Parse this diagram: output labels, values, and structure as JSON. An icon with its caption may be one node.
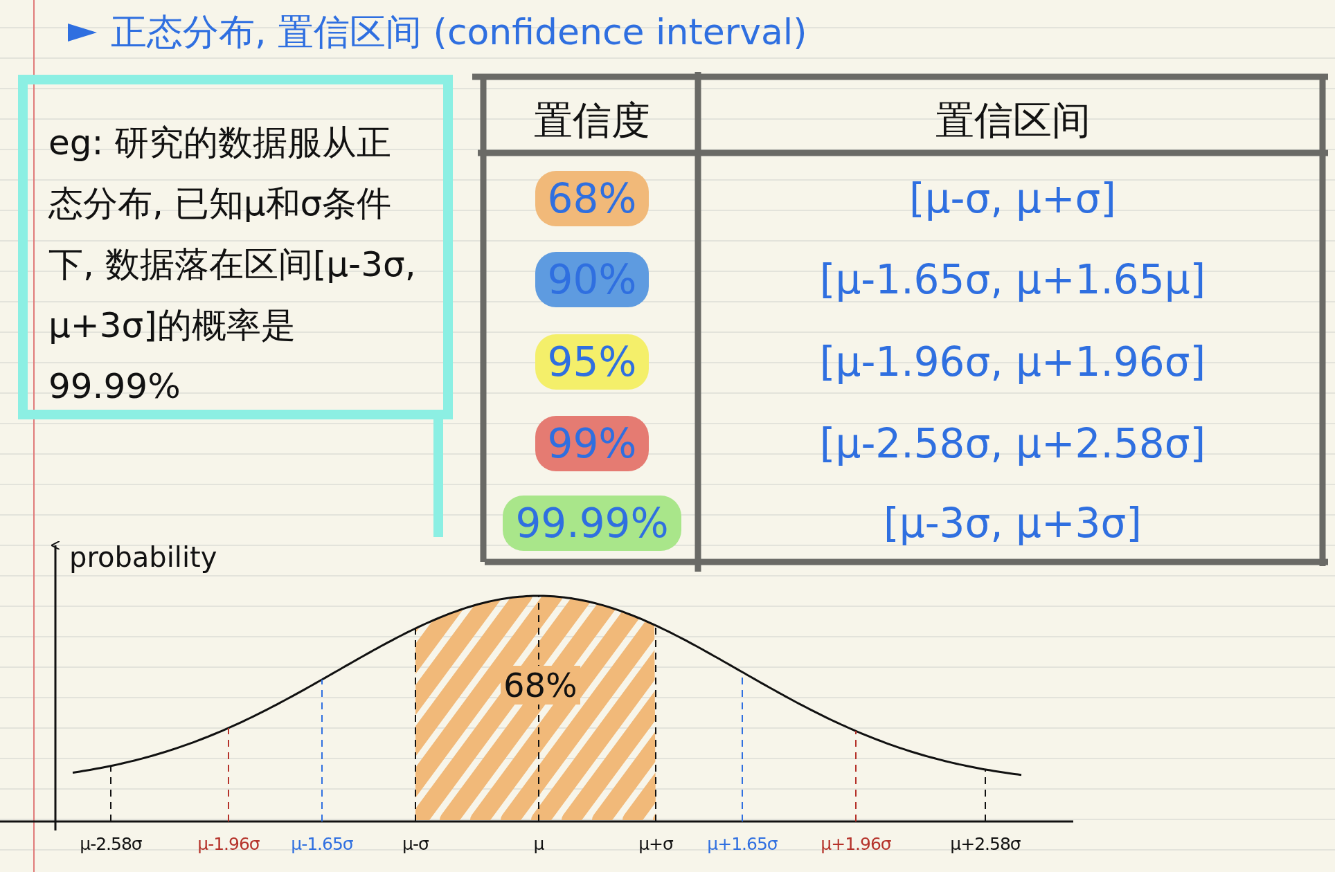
{
  "diagram": {
    "title": "正态分布, 置信区间 (confidence interval)",
    "nodes": [
      {
        "text": [
          "eg: 研究的数据服从正态分布, 已知μ和σ条件下, 数据落在区间[μ-3σ, μ+3σ]的概率是99.99%"
        ]
      }
    ],
    "labels": [
      "置信度",
      "置信区间",
      "68%",
      "[μ-σ, μ+σ]",
      "90%",
      "[μ-1.65σ, μ+1.65μ]",
      "95%",
      "[μ-1.96σ, μ+1.96σ]",
      "99%",
      "[μ-2.58σ, μ+2.58σ]",
      "99.99%",
      "[μ-3σ, μ+3σ]",
      "probability",
      "68%",
      "μ-2.58σ",
      "μ-1.96σ",
      "μ-1.65σ",
      "μ-σ",
      "μ",
      "μ+σ",
      "μ+1.65σ",
      "μ+1.96σ",
      "μ+2.58σ"
    ]
  }
}
